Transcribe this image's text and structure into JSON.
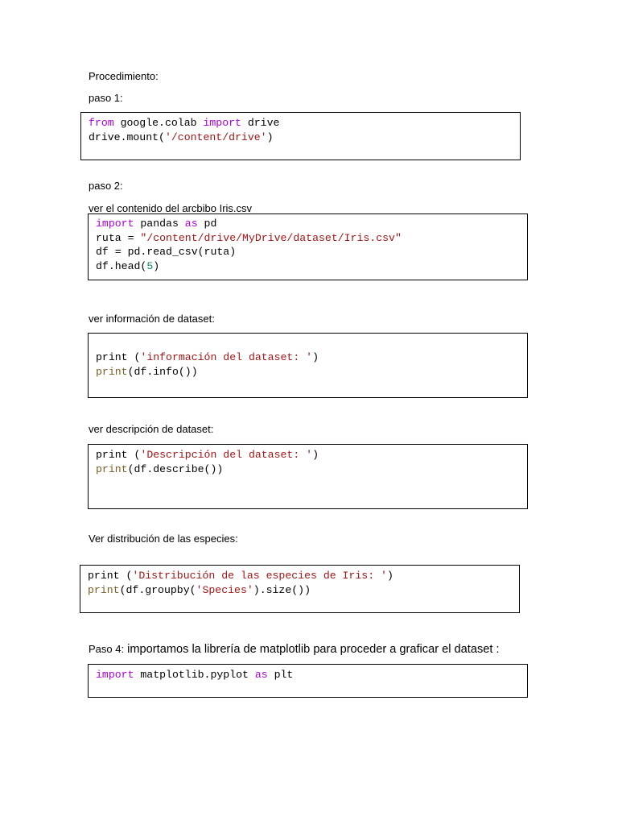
{
  "labels": {
    "procedimiento": "Procedimiento:",
    "paso1": "paso 1:",
    "paso2": "paso 2:",
    "ver_contenido": "ver el contenido del arcbibo Iris.csv",
    "ver_informacion": "ver información de dataset:",
    "ver_descripcion": "ver descripción de dataset:",
    "ver_distribucion": "Ver distribución de las especies:",
    "paso4_prefix": "Paso 4:",
    "paso4_text": "importamos la librería de matplotlib para proceder a graficar el dataset :"
  },
  "code": {
    "block1": {
      "line1": {
        "kw1": "from",
        "t1": " google.colab ",
        "kw2": "import",
        "t2": " drive"
      },
      "line2": {
        "t1": "drive.mount(",
        "s1": "'/content/drive'",
        "t2": ")"
      }
    },
    "block2": {
      "line1": {
        "kw1": "import",
        "t1": " pandas ",
        "kw2": "as",
        "t2": " pd"
      },
      "line2": {
        "t1": "ruta = ",
        "s1": "\"/content/drive/MyDrive/dataset/Iris.csv\""
      },
      "line3": {
        "t1": "df = pd.read_csv(ruta)"
      },
      "line4": {
        "t1": "df.head(",
        "n1": "5",
        "t2": ")"
      }
    },
    "block3": {
      "line1": {
        "t1": "print (",
        "s1": "'información del dataset: '",
        "t2": ")"
      },
      "line2": {
        "f1": "print",
        "t1": "(df.info())"
      }
    },
    "block4": {
      "line1": {
        "t1": "print (",
        "s1": "'Descripción del dataset: '",
        "t2": ")"
      },
      "line2": {
        "f1": "print",
        "t1": "(df.describe())"
      }
    },
    "block5": {
      "line1": {
        "t1": "print (",
        "s1": "'Distribución de las especies de Iris: '",
        "t2": ")"
      },
      "line2": {
        "f1": "print",
        "t1": "(df.groupby(",
        "s1": "'Species'",
        "t2": ").size())"
      }
    },
    "block6": {
      "line1": {
        "kw1": "import",
        "t1": " matplotlib.pyplot ",
        "kw2": "as",
        "t2": " plt"
      }
    }
  }
}
